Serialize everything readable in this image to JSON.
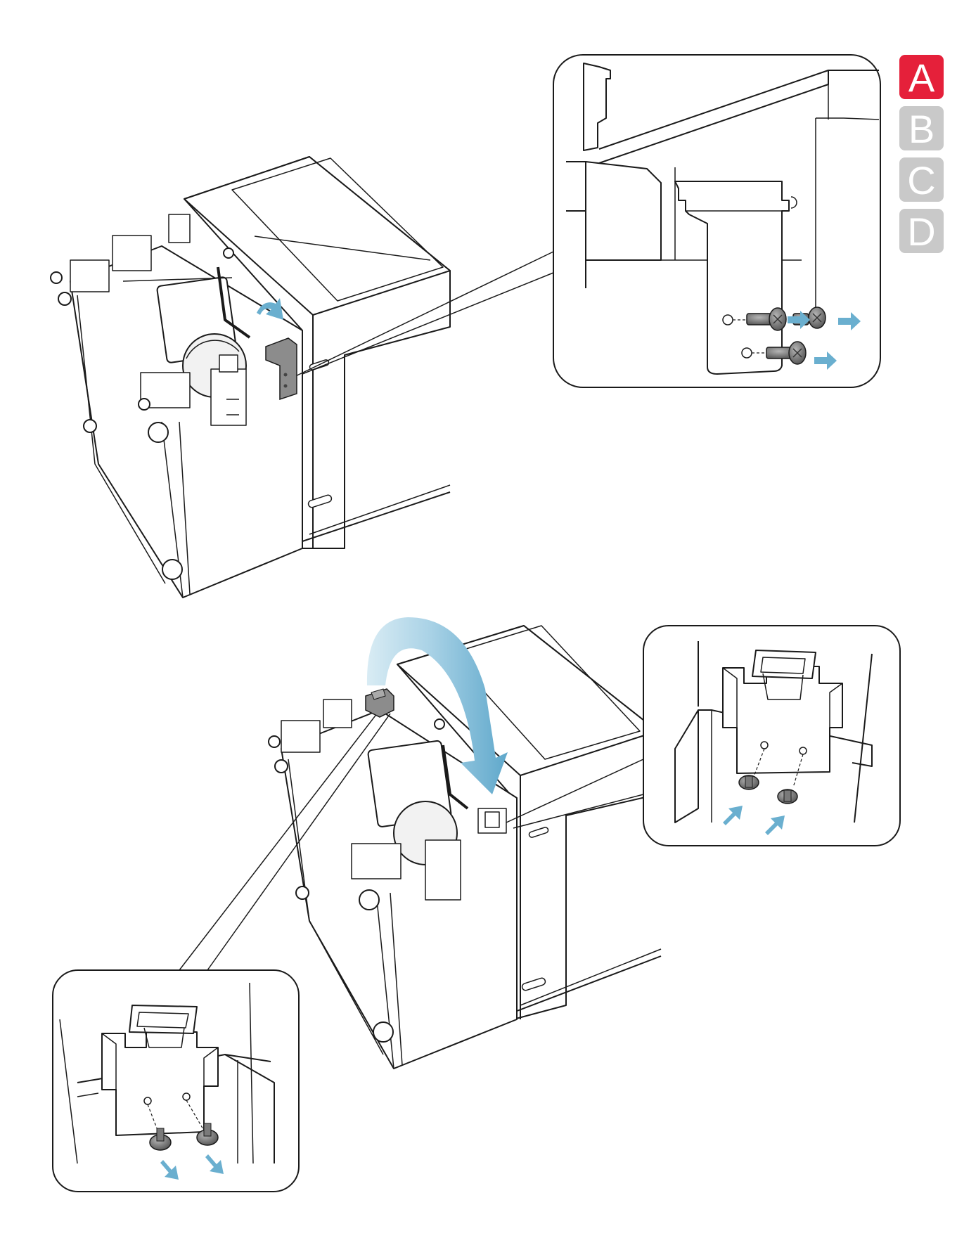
{
  "step_tabs": [
    {
      "label": "A",
      "active": true
    },
    {
      "label": "B",
      "active": false
    },
    {
      "label": "C",
      "active": false
    },
    {
      "label": "D",
      "active": false
    }
  ],
  "colors": {
    "active_tab": "#e5203a",
    "inactive_tab": "#c9c9c9",
    "arrow": "#6aafcf",
    "arrow_light": "#d9ecf4",
    "bracket": "#8c8c8c",
    "outline": "#1a1a1a"
  },
  "icons": [
    "rotate-arrow-icon",
    "flip-arrow-icon",
    "direction-arrow-icon",
    "screw-icon"
  ]
}
